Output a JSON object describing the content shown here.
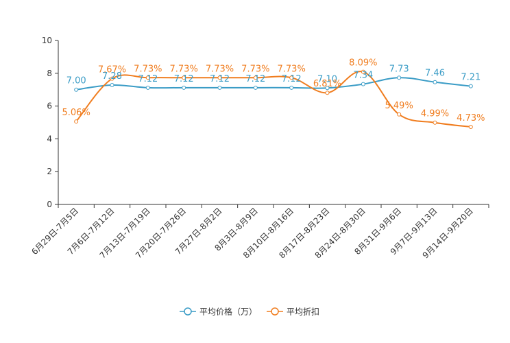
{
  "chart_data": {
    "type": "line",
    "categories": [
      "6月29日-7月5日",
      "7月6日-7月12日",
      "7月13日-7月19日",
      "7月20日-7月26日",
      "7月27日-8月2日",
      "8月3日-8月9日",
      "8月10日-8月16日",
      "8月17日-8月23日",
      "8月24日-8月30日",
      "8月31日-9月6日",
      "9月7日-9月13日",
      "9月14日-9月20日"
    ],
    "series": [
      {
        "name": "平均价格（万）",
        "color": "#3a9cc6",
        "values": [
          7.0,
          7.28,
          7.12,
          7.12,
          7.12,
          7.12,
          7.12,
          7.1,
          7.34,
          7.73,
          7.46,
          7.21
        ],
        "labels": [
          "7.00",
          "7.28",
          "7.12",
          "7.12",
          "7.12",
          "7.12",
          "7.12",
          "7.10",
          "7.34",
          "7.73",
          "7.46",
          "7.21"
        ]
      },
      {
        "name": "平均折扣",
        "color": "#f07d1f",
        "values": [
          5.06,
          7.67,
          7.73,
          7.73,
          7.73,
          7.73,
          7.73,
          6.81,
          8.09,
          5.49,
          4.99,
          4.73
        ],
        "labels": [
          "5.06%",
          "7.67%",
          "7.73%",
          "7.73%",
          "7.73%",
          "7.73%",
          "7.73%",
          "6.81%",
          "8.09%",
          "5.49%",
          "4.99%",
          "4.73%"
        ]
      }
    ],
    "yticks": [
      "0",
      "2",
      "4",
      "6",
      "8",
      "10"
    ],
    "ylim": [
      0,
      10
    ],
    "grid": false,
    "legend": "bottom-center",
    "smooth": true
  }
}
